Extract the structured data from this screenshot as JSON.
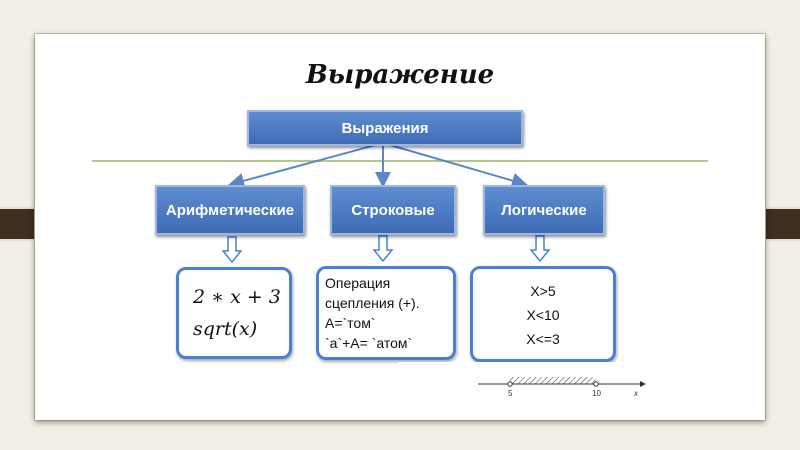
{
  "title": "Выражение",
  "root": {
    "label": "Выражения"
  },
  "categories": [
    {
      "id": "arith",
      "label": "Арифметические"
    },
    {
      "id": "str",
      "label": "Строковые"
    },
    {
      "id": "log",
      "label": "Логические"
    }
  ],
  "arith_panel": {
    "formula_1": "2 ∗ x + 3",
    "formula_2": "sqrt(x)"
  },
  "string_panel": {
    "lines": [
      "Операция",
      "сцепления (+).",
      "А=`том`",
      "`а`+А= `атом`"
    ]
  },
  "logic_panel": {
    "lines": [
      "X>5",
      "X<10",
      "X<=3"
    ]
  },
  "number_line": {
    "tick_1": "5",
    "tick_2": "10",
    "axis_label": "x",
    "interval_start": 5,
    "interval_end": 10
  },
  "colors": {
    "box_fill": "#4a7bc4",
    "panel_border": "#4a80d4",
    "arrow": "#5b87c9",
    "rule": "#b9c48a"
  }
}
